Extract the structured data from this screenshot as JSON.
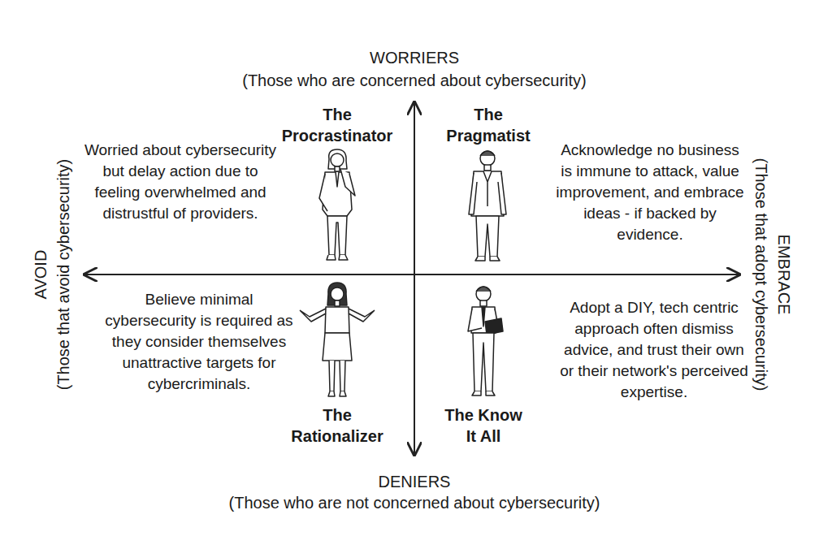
{
  "diagram": {
    "labels": [
      "WORRIERS",
      "(Those who are concerned about cybersecurity)",
      "The Procrastinator",
      "The Pragmatist",
      "Worried about cybersecurity but delay action due to feeling overwhelmed and distrustful of providers.",
      "Acknowledge no business is immune to attack, value improvement, and embrace ideas - if backed by evidence.",
      "AVOID",
      "(Those that avoid cybersecurity)",
      "EMBRACE",
      "(Those that adopt cybersecurity)",
      "Believe minimal cybersecurity is required as they consider themselves unattractive targets for cybercriminals.",
      "Adopt a DIY, tech centric approach often dismiss advice, and trust their own or their network's perceived expertise.",
      "The Rationalizer",
      "The Know It All",
      "DENIERS",
      "(Those who are not concerned about cybersecurity)"
    ]
  }
}
